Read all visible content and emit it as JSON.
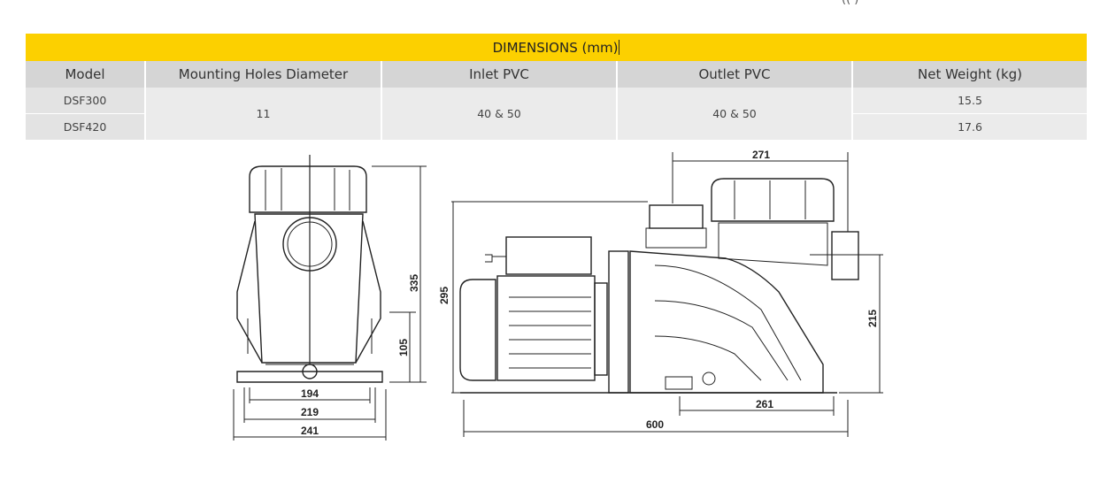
{
  "top_fragment": "(( )",
  "table": {
    "title": "DIMENSIONS (mm)",
    "headers": [
      "Model",
      "Mounting Holes Diameter",
      "Inlet PVC",
      "Outlet PVC",
      "Net Weight (kg)"
    ],
    "rows": [
      {
        "model": "DSF300",
        "net_weight": "15.5"
      },
      {
        "model": "DSF420",
        "net_weight": "17.6"
      }
    ],
    "shared": {
      "mounting_holes": "11",
      "inlet_pvc": "40 & 50",
      "outlet_pvc": "40 & 50"
    }
  },
  "drawing": {
    "front_view": {
      "height_total": "335",
      "height_base": "105",
      "width_holes": "194",
      "width_mid": "219",
      "width_total": "241"
    },
    "side_view": {
      "top_width": "271",
      "height_left": "295",
      "height_right": "215",
      "base_length": "261",
      "total_length": "600"
    }
  }
}
